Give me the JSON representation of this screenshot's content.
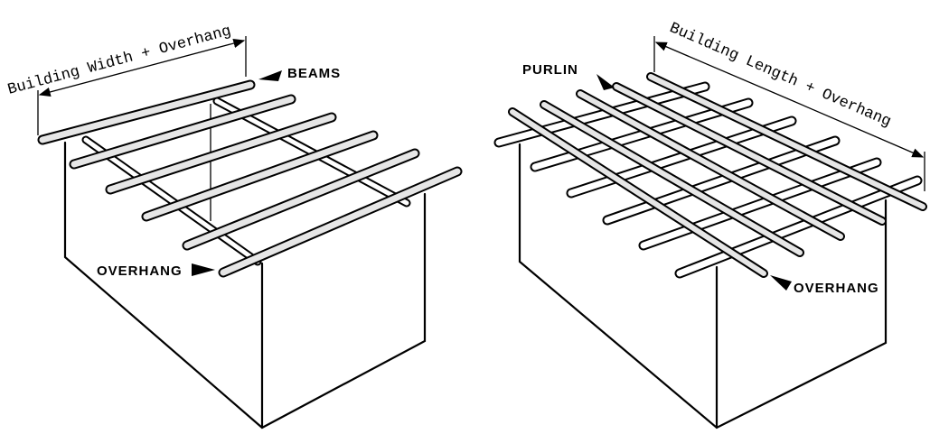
{
  "left_diagram": {
    "dimension_label": "Building Width + Overhang",
    "beams_label": "BEAMS",
    "overhang_label": "OVERHANG"
  },
  "right_diagram": {
    "dimension_label": "Building Length + Overhang",
    "purlin_label": "PURLIN",
    "overhang_label": "OVERHANG"
  }
}
